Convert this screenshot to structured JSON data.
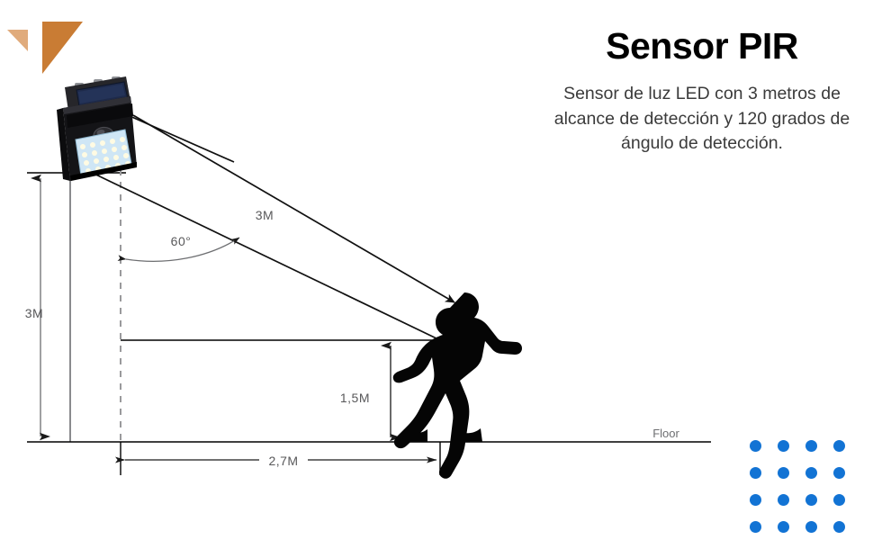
{
  "header": {
    "title": "Sensor PIR",
    "description": "Sensor de luz LED con 3 metros de alcance de detección y 120 grados de ángulo de detección."
  },
  "diagram": {
    "type": "technical-illustration",
    "subject": "PIR motion sensor LED light detection range",
    "labels": {
      "wall_height": "3M",
      "detection_range": "3M",
      "detection_angle": "60°",
      "person_height": "1,5M",
      "ground_distance": "2,7M",
      "floor": "Floor"
    },
    "device": {
      "name": "solar-led-pir-light",
      "housing_color": "#1b1b1f",
      "solar_panel_color": "#1e2a4a",
      "led_panel_color": "#cfe6f5",
      "led_count": 24,
      "sensor_dome_color": "#2a2a2e"
    }
  },
  "decoration": {
    "logo": {
      "name": "triangle-logo",
      "color_light": "#e0ab7c",
      "color_dark": "#c97c34"
    },
    "dot_grid": {
      "name": "dot-grid",
      "color": "#1273d4",
      "rows": 4,
      "columns": 4,
      "dots": [
        1,
        2,
        3,
        4,
        5,
        6,
        7,
        8,
        9,
        10,
        11,
        12,
        13,
        14,
        15,
        16
      ]
    }
  }
}
